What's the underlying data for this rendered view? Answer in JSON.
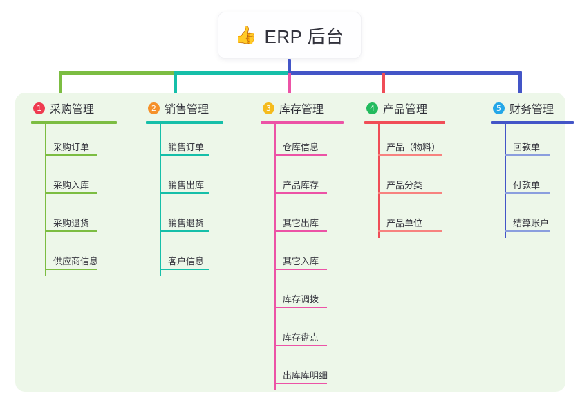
{
  "title": {
    "emoji": "👍",
    "emoji_name": "thumbs-up-icon",
    "text": "ERP 后台"
  },
  "palette": {
    "panel_bg": "#edf7e9",
    "trunk": "#4355c7",
    "connector_green": "#7cbd42",
    "connector_teal": "#16bfa9",
    "connector_blue": "#4355c7",
    "connector_pink": "#ec53a6",
    "connector_red": "#f04d57"
  },
  "columns": [
    {
      "number": "1",
      "title": "采购管理",
      "badge_color": "#ef3b50",
      "line_color": "#7cbd42",
      "rule_color": "#7cbd42",
      "items": [
        {
          "label": "采购订单"
        },
        {
          "label": "采购入库"
        },
        {
          "label": "采购退货"
        },
        {
          "label": "供应商信息"
        }
      ]
    },
    {
      "number": "2",
      "title": "销售管理",
      "badge_color": "#f5912a",
      "line_color": "#16bfa9",
      "rule_color": "#16bfa9",
      "items": [
        {
          "label": "销售订单"
        },
        {
          "label": "销售出库"
        },
        {
          "label": "销售退货"
        },
        {
          "label": "客户信息"
        }
      ]
    },
    {
      "number": "3",
      "title": "库存管理",
      "badge_color": "#f5bb1d",
      "line_color": "#ec53a6",
      "rule_color": "#ec53a6",
      "items": [
        {
          "label": "仓库信息"
        },
        {
          "label": "产品库存"
        },
        {
          "label": "其它出库"
        },
        {
          "label": "其它入库"
        },
        {
          "label": "库存调拨"
        },
        {
          "label": "库存盘点"
        },
        {
          "label": "出库库明细"
        }
      ]
    },
    {
      "number": "4",
      "title": "产品管理",
      "badge_color": "#23bb5e",
      "line_color": "#f04d57",
      "rule_color": "#f7827f",
      "items": [
        {
          "label": "产品（物料）"
        },
        {
          "label": "产品分类"
        },
        {
          "label": "产品单位"
        }
      ]
    },
    {
      "number": "5",
      "title": "财务管理",
      "badge_color": "#24a7e8",
      "line_color": "#4355c7",
      "rule_color": "#8b9ede",
      "items": [
        {
          "label": "回款单"
        },
        {
          "label": "付款单"
        },
        {
          "label": "结算账户"
        }
      ]
    }
  ]
}
